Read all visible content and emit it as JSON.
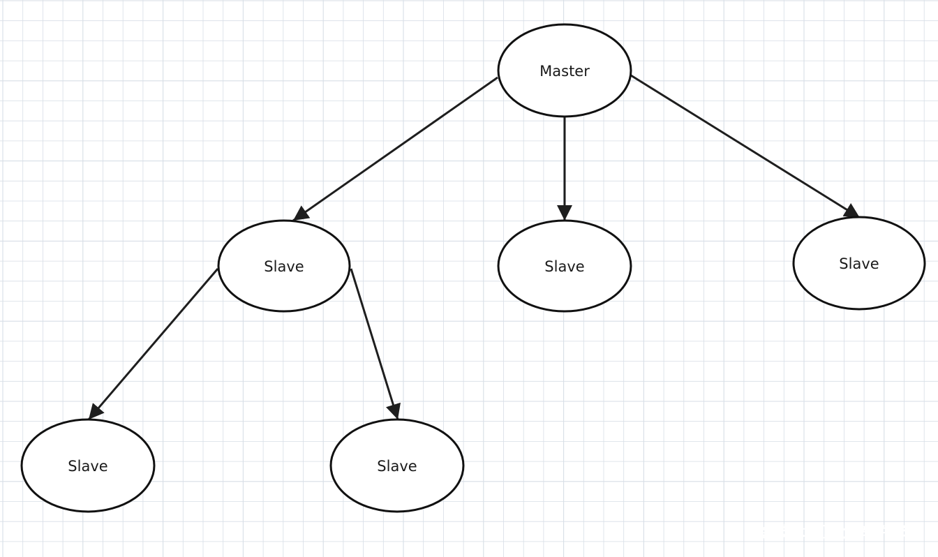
{
  "diagram": {
    "nodes": [
      {
        "id": "master",
        "label": "Master"
      },
      {
        "id": "slave_1",
        "label": "Slave"
      },
      {
        "id": "slave_2",
        "label": "Slave"
      },
      {
        "id": "slave_3",
        "label": "Slave"
      },
      {
        "id": "slave_4",
        "label": "Slave"
      },
      {
        "id": "slave_5",
        "label": "Slave"
      }
    ],
    "edges": [
      {
        "from": "master",
        "to": "slave_1"
      },
      {
        "from": "master",
        "to": "slave_2"
      },
      {
        "from": "master",
        "to": "slave_3"
      },
      {
        "from": "slave_1",
        "to": "slave_4"
      },
      {
        "from": "slave_1",
        "to": "slave_5"
      }
    ]
  },
  "watermark": {
    "text": "掘金技术社区 @ 软件求生"
  },
  "colors": {
    "background": "#ffffff",
    "grid": "#d7dee6",
    "node_fill": "#ffffff",
    "node_stroke": "#111111",
    "edge": "#1e1e1e",
    "watermark": "#ffffff"
  }
}
